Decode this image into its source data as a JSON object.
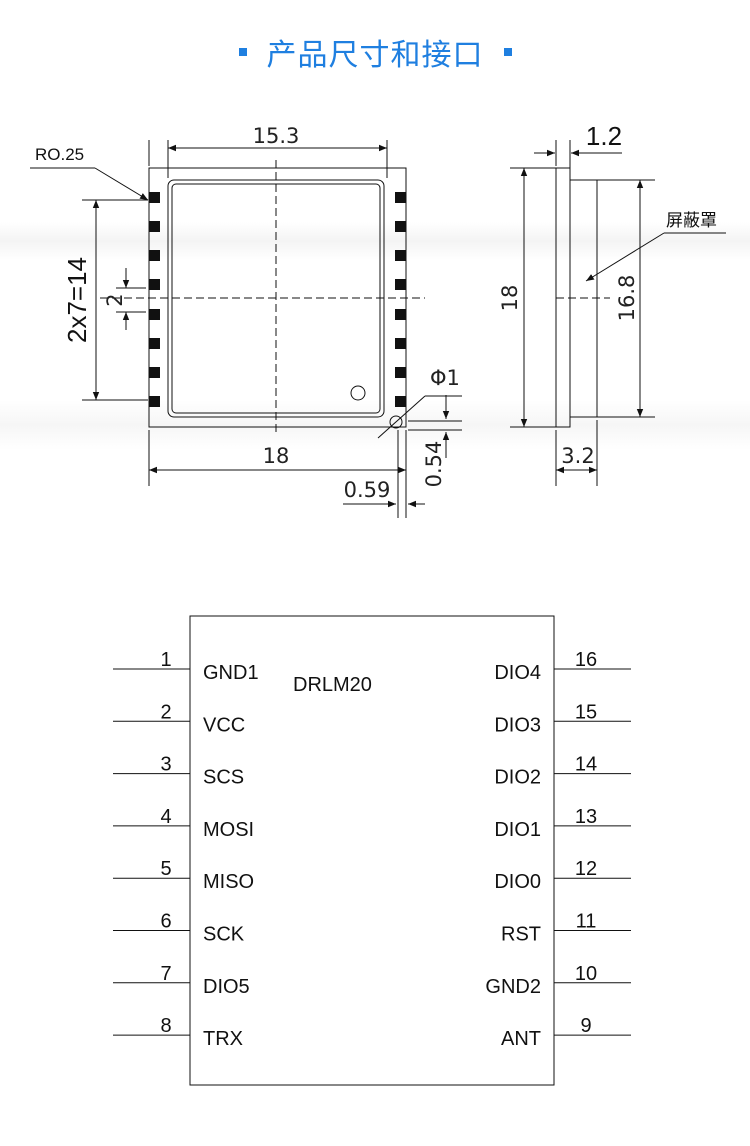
{
  "header": {
    "title": "产品尺寸和接口"
  },
  "mechanical": {
    "corner_label": "RO.25",
    "top_width": "15.3",
    "pitch_total": "2x7=14",
    "pitch": "2",
    "overall_width": "18",
    "hole_dia": "Φ1",
    "pad_height": "0.54",
    "pad_width": "0.59",
    "side_thickness": "1.2",
    "overall_height": "18",
    "shield_height": "16.8",
    "shield_label": "屏蔽罩",
    "total_thickness": "3.2"
  },
  "pinout": {
    "module_name": "DRLM20",
    "left_pins": [
      {
        "num": "1",
        "label": "GND1"
      },
      {
        "num": "2",
        "label": "VCC"
      },
      {
        "num": "3",
        "label": "SCS"
      },
      {
        "num": "4",
        "label": "MOSI"
      },
      {
        "num": "5",
        "label": "MISO"
      },
      {
        "num": "6",
        "label": "SCK"
      },
      {
        "num": "7",
        "label": "DIO5"
      },
      {
        "num": "8",
        "label": "TRX"
      }
    ],
    "right_pins": [
      {
        "num": "16",
        "label": "DIO4"
      },
      {
        "num": "15",
        "label": "DIO3"
      },
      {
        "num": "14",
        "label": "DIO2"
      },
      {
        "num": "13",
        "label": "DIO1"
      },
      {
        "num": "12",
        "label": "DIO0"
      },
      {
        "num": "11",
        "label": "RST"
      },
      {
        "num": "10",
        "label": "GND2"
      },
      {
        "num": "9",
        "label": "ANT"
      }
    ]
  }
}
